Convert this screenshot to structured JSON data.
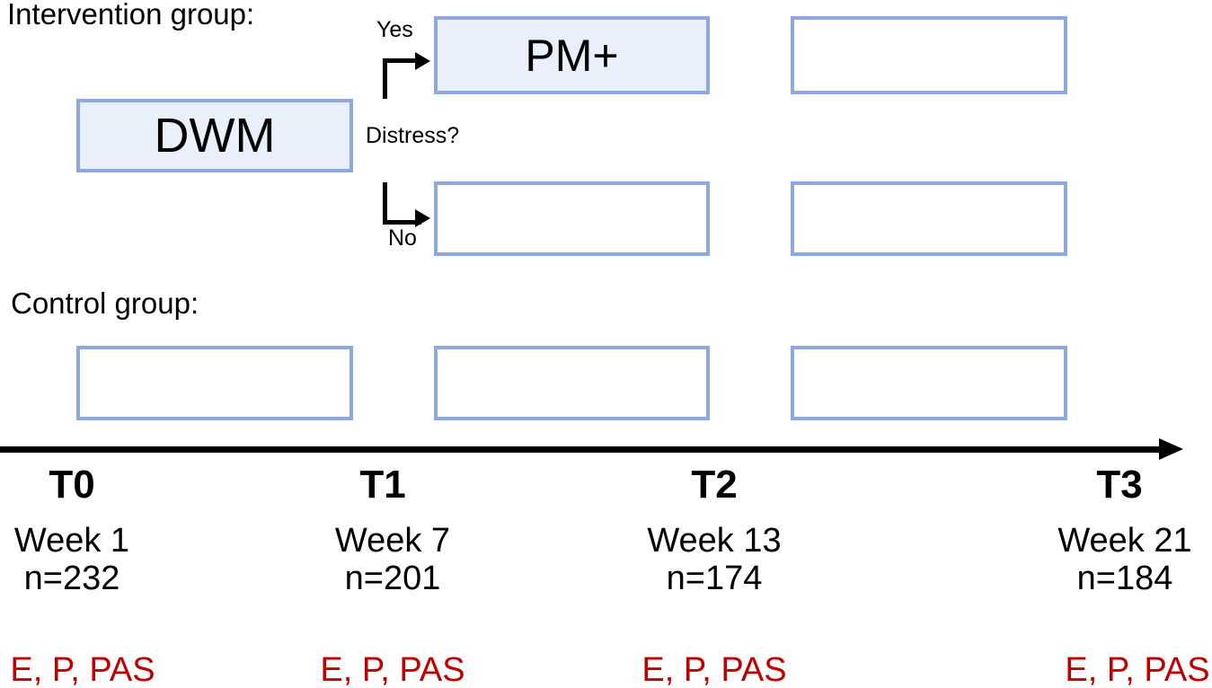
{
  "diagram": {
    "intervention_label": "Intervention group:",
    "control_label": "Control group:",
    "decision": {
      "question": "Distress?",
      "yes": "Yes",
      "no": "No"
    },
    "boxes": {
      "dwm": "DWM",
      "pm_plus": "PM+"
    },
    "colors": {
      "box_border": "#8EA9DB",
      "box_fill": "#E9EFFB",
      "measure_red": "#C00000"
    }
  },
  "timeline": {
    "points": [
      {
        "label": "T0",
        "week": "Week 1",
        "n": "n=232",
        "measures": "E, P, PAS"
      },
      {
        "label": "T1",
        "week": "Week 7",
        "n": "n=201",
        "measures": "E, P, PAS"
      },
      {
        "label": "T2",
        "week": "Week 13",
        "n": "n=174",
        "measures": "E, P, PAS"
      },
      {
        "label": "T3",
        "week": "Week 21",
        "n": "n=184",
        "measures": "E, P, PAS"
      }
    ]
  }
}
